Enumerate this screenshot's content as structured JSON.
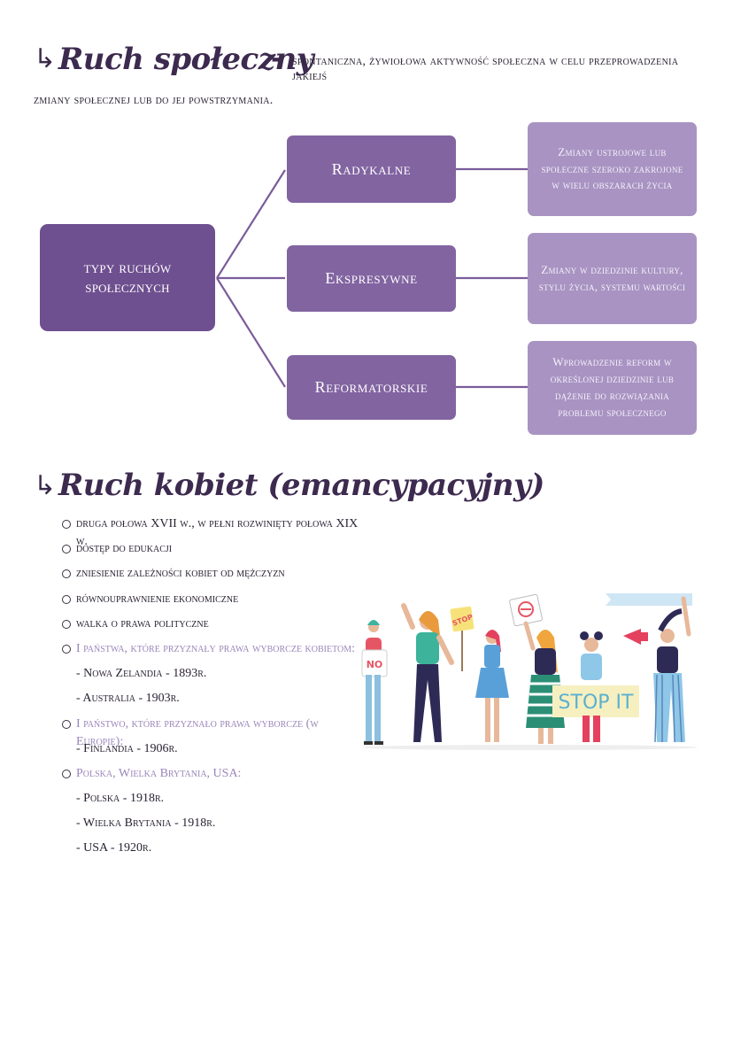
{
  "section1": {
    "arrow_icon": "return-arrow-icon",
    "title": "Ruch społeczny",
    "dash": "-",
    "definition_line1": "spontaniczna, żywiołowa aktywność społeczna w celu przeprowadzenia jakiejś",
    "definition_line2": "zmiany społecznej lub do jej powstrzymania."
  },
  "diagram": {
    "main": "typy ruchów społecznych",
    "types": [
      {
        "label": "Radykalne",
        "desc": "Zmiany ustrojowe lub społeczne szeroko zakrojone w wielu obszarach życia"
      },
      {
        "label": "Ekspresywne",
        "desc": "Zmiany w dziedzinie kultury, stylu życia, systemu wartości"
      },
      {
        "label": "Reformatorskie",
        "desc": "Wprowadzenie reform w określonej dziedzinie lub dążenie do rozwiązania problemu społecznego"
      }
    ]
  },
  "section2": {
    "arrow_icon": "return-arrow-icon",
    "title": "Ruch kobiet (emancypacyjny)",
    "items": [
      {
        "type": "bullet",
        "text": "druga połowa XVII w., w pełni rozwinięty połowa XIX w."
      },
      {
        "type": "bullet",
        "text": "dostęp do edukacji"
      },
      {
        "type": "bullet",
        "text": "zniesienie zależności kobiet od mężczyzn"
      },
      {
        "type": "bullet",
        "text": "równouprawnienie ekonomiczne"
      },
      {
        "type": "bullet",
        "text": "walka o prawa polityczne"
      },
      {
        "type": "bullet",
        "accent": true,
        "text": "I państwa, które przyznały prawa wyborcze kobietom:"
      },
      {
        "type": "sub",
        "text": "- Nowa Zelandia - 1893r."
      },
      {
        "type": "sub",
        "text": "- Australia - 1903r."
      },
      {
        "type": "bullet",
        "accent": true,
        "text": "I państwo, które przyznało prawa wyborcze (w Europie):"
      },
      {
        "type": "sub",
        "text": "- Finlandia - 1906r."
      },
      {
        "type": "bullet",
        "accent": true,
        "text": "Polska, Wielka Brytania, USA:"
      },
      {
        "type": "sub",
        "text": "- Polska - 1918r."
      },
      {
        "type": "sub",
        "text": "- Wielka Brytania - 1918r."
      },
      {
        "type": "sub",
        "text": "- USA - 1920r."
      }
    ]
  },
  "illustration": {
    "signs": {
      "no": "NO",
      "stop": "STOP",
      "stop_it": "STOP IT"
    },
    "colors": {
      "primary": "#6e4f8f",
      "mid": "#8264a1",
      "light": "#a893c2",
      "accent_text": "#9a86ba"
    }
  }
}
